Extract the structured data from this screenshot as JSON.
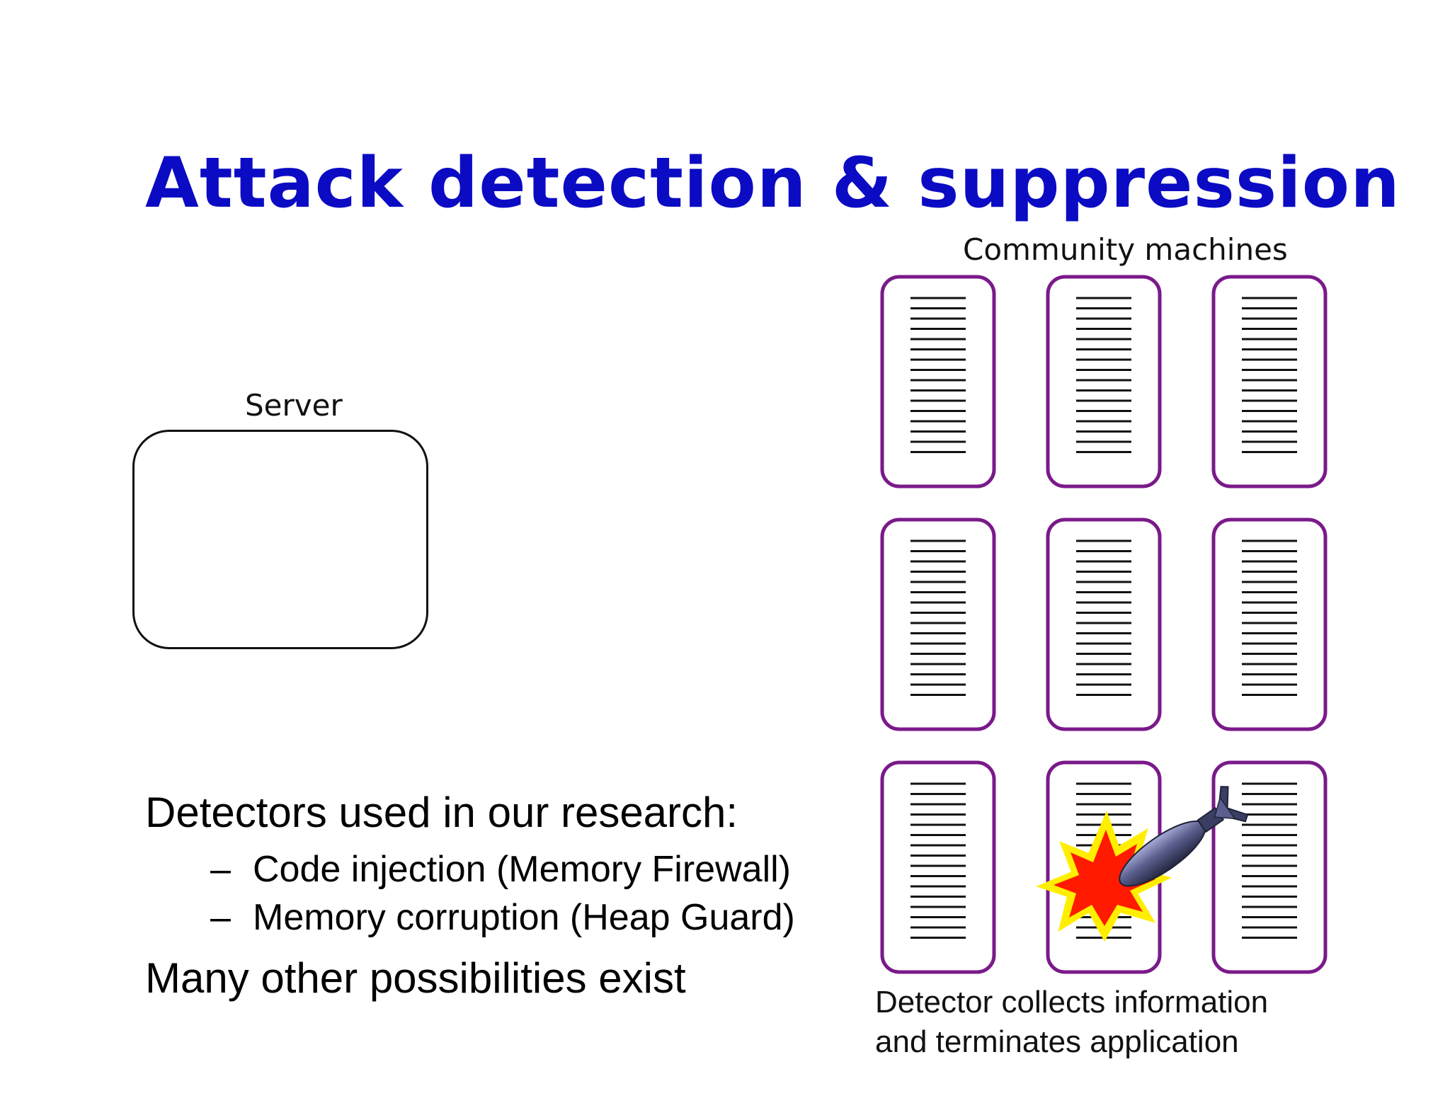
{
  "slide": {
    "title": "Attack detection & suppression"
  },
  "diagram": {
    "server_label": "Server",
    "community_label": "Community machines",
    "detector_caption": [
      "Detector collects information",
      "and terminates application"
    ],
    "machine_grid": {
      "rows": 3,
      "cols": 3,
      "attacked_machine": [
        2,
        1
      ]
    },
    "colors": {
      "machine_border": "#7a1a8a",
      "title": "#0b0bc4",
      "explosion_outer": "#ffee00",
      "explosion_inner": "#ff1a00",
      "bomb": "#4a4f7a"
    },
    "icons": [
      "server-box",
      "machine-icon",
      "explosion-icon",
      "bomb-icon"
    ]
  },
  "bullets": {
    "heading": "Detectors used in our research:",
    "items": [
      {
        "dash": "–",
        "text": "Code injection (Memory Firewall)"
      },
      {
        "dash": "–",
        "text": "Memory corruption (Heap Guard)"
      }
    ],
    "closing": "Many other possibilities exist"
  }
}
